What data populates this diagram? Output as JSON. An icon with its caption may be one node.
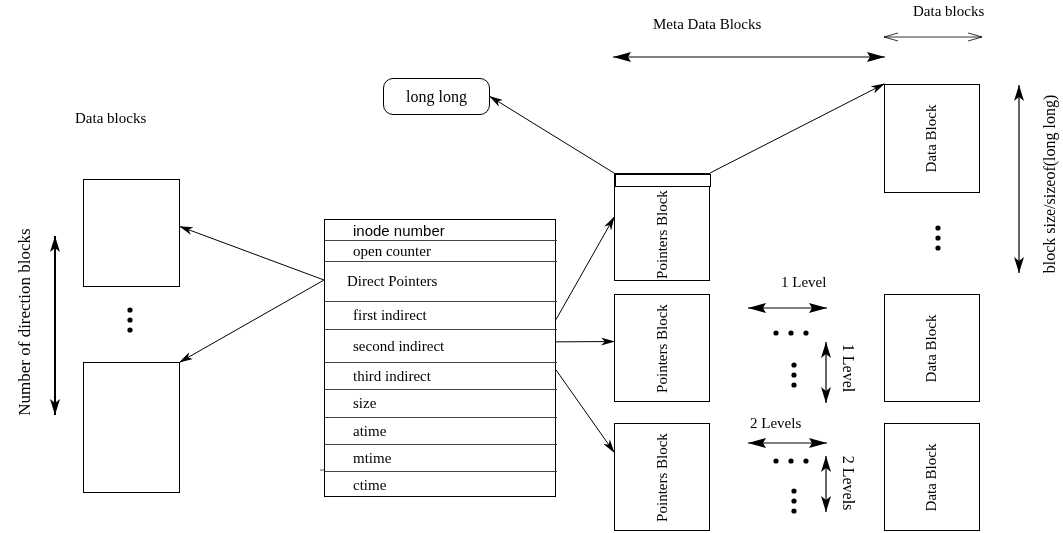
{
  "diagram": {
    "nodes": [
      {
        "text": [
          "long long"
        ]
      },
      {
        "text": [],
        "shape": "box"
      },
      {
        "text": [],
        "shape": "box"
      },
      {
        "text": [],
        "shape": "box"
      },
      {
        "text": [
          "inode number"
        ],
        "in": 3
      },
      {
        "text": [
          "open counter"
        ],
        "in": 3
      },
      {
        "text": [
          "Direct Pointers"
        ],
        "in": 3
      },
      {
        "text": [
          "first indirect"
        ],
        "in": 3
      },
      {
        "text": [
          "second indirect"
        ],
        "in": 3
      },
      {
        "text": [
          "third indirect"
        ],
        "in": 3
      },
      {
        "text": [
          "size"
        ],
        "in": 3
      },
      {
        "text": [
          "atime"
        ],
        "in": 3
      },
      {
        "text": [
          "mtime"
        ],
        "in": 3
      },
      {
        "text": [
          "ctime"
        ],
        "in": 3
      },
      {
        "text": [
          "Pointers Block"
        ]
      },
      {
        "text": [],
        "shape": "box",
        "in": 14
      },
      {
        "text": [
          "Pointers Block"
        ]
      },
      {
        "text": [
          "Pointers Block"
        ]
      },
      {
        "text": [
          "Data Block"
        ]
      },
      {
        "text": [
          "Data Block"
        ]
      },
      {
        "text": [
          "Data Block"
        ]
      }
    ],
    "edges": [
      {
        "from": 6,
        "to": 1,
        "arrow": "to"
      },
      {
        "from": 6,
        "to": 2,
        "arrow": "to"
      },
      {
        "from": 7,
        "to": 14,
        "arrow": "to"
      },
      {
        "from": 8,
        "to": 16,
        "arrow": "to"
      },
      {
        "from": 9,
        "to": 17,
        "arrow": "to"
      },
      {
        "from": 15,
        "to": 0,
        "arrow": "to"
      },
      {
        "from": 15,
        "to": 18,
        "arrow": "to"
      }
    ],
    "labels": [
      "Meta Data Blocks",
      "Data blocks",
      "Data blocks",
      "block size/sizeof(long long)",
      "Number of direction blocks",
      "1 Level",
      "1 Level",
      "2 Levels",
      "2 Levels"
    ]
  }
}
